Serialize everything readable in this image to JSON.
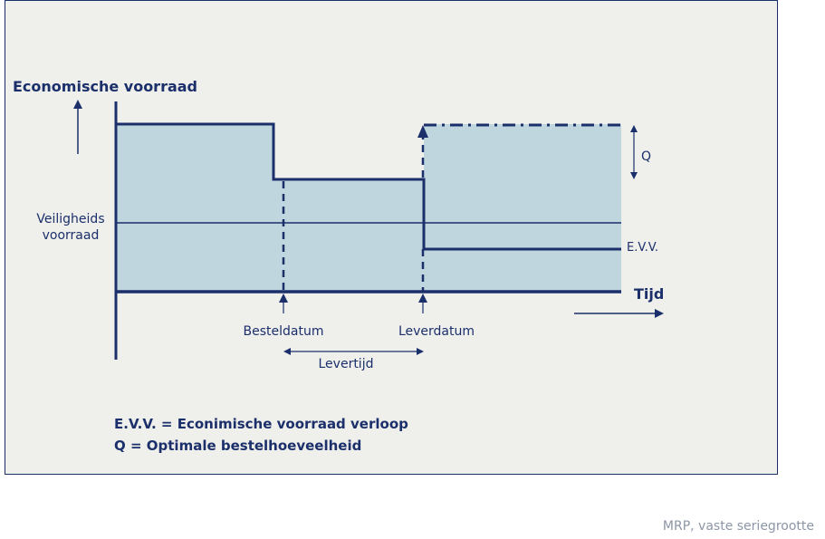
{
  "diagram": {
    "y_axis_label": "Economische voorraad",
    "x_axis_label": "Tijd",
    "safety_stock_label": [
      "Veiligheids",
      "voorraad"
    ],
    "evv_label": "E.V.V.",
    "q_label": "Q",
    "order_date_label": "Besteldatum",
    "delivery_date_label": "Leverdatum",
    "lead_time_label": "Levertijd",
    "legend": [
      "E.V.V. = Econimische voorraad verloop",
      "Q = Optimale bestelhoeveelheid"
    ]
  },
  "colors": {
    "frame_bg": "#efefeb",
    "area_fill": "#bfd6de",
    "line": "#1b2f6b",
    "caption": "#8c96a6"
  },
  "caption": "MRP, vaste seriegrootte"
}
